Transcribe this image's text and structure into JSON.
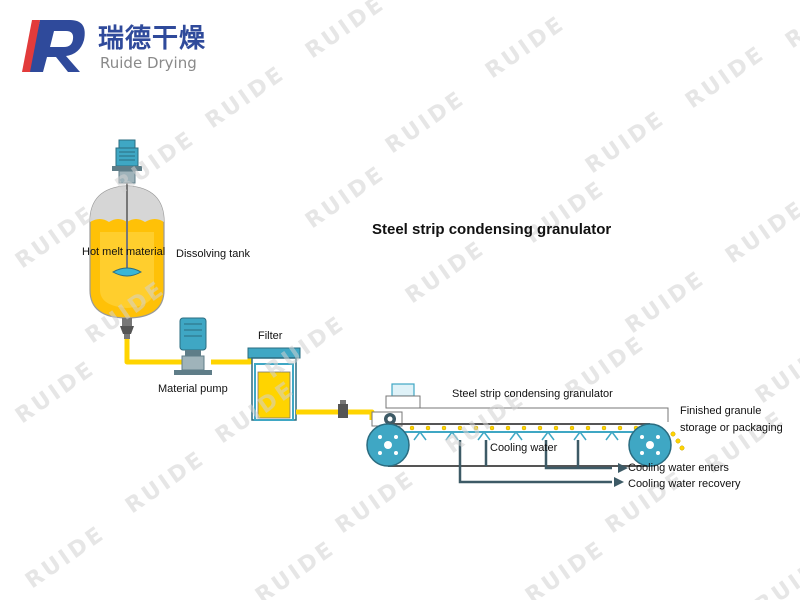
{
  "brand": {
    "name_cn": "瑞德干燥",
    "name_en": "Ruide Drying",
    "logo_letters": "R",
    "colors": {
      "navy": "#2f4a9b",
      "red": "#e23b3b",
      "gray": "#8a8a8a"
    }
  },
  "watermark": {
    "text": "RUIDE"
  },
  "diagram": {
    "title": "Steel strip condensing granulator",
    "labels": {
      "hot_melt_material": "Hot melt material",
      "dissolving_tank": "Dissolving tank",
      "filter": "Filter",
      "material_pump": "Material pump",
      "granulator": "Steel strip condensing granulator",
      "finished_line1": "Finished granule",
      "finished_line2": "storage or packaging",
      "cooling_water": "Cooling water",
      "cooling_enters": "Cooling water enters",
      "cooling_recovery": "Cooling water recovery"
    },
    "colors": {
      "material_yellow": "#ffd400",
      "tank_fill": "#ffc107",
      "tank_top": "#cfcfcf",
      "equipment_teal": "#3fa7c4",
      "pipe_dark": "#3d5a66",
      "pipe_yellow": "#ffd400"
    }
  }
}
